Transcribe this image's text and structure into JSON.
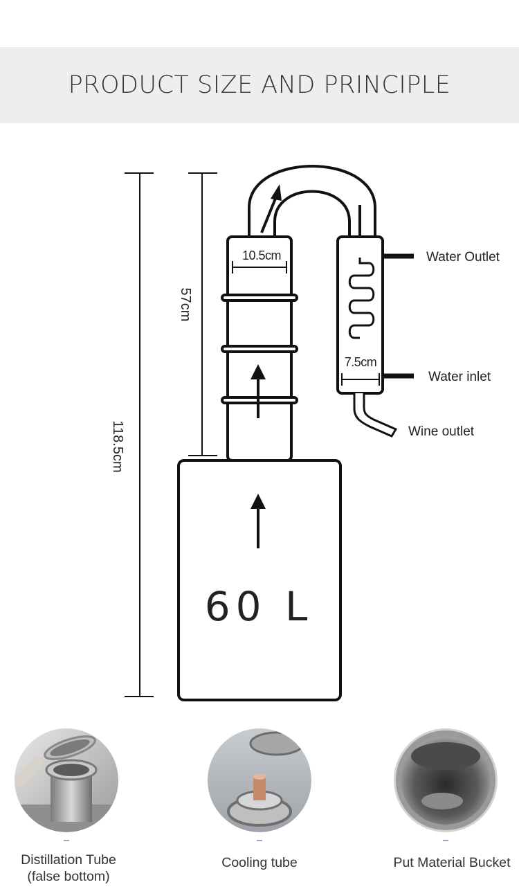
{
  "header": {
    "title": "PRODUCT SIZE AND PRINCIPLE"
  },
  "diagram": {
    "total_height": "118.5cm",
    "column_height": "57cm",
    "column_width": "10.5cm",
    "condenser_width": "7.5cm",
    "tank_volume": "60 L",
    "labels": {
      "water_outlet": "Water Outlet",
      "water_inlet": "Water inlet",
      "wine_outlet": "Wine outlet"
    }
  },
  "gallery": [
    {
      "line1": "Distillation Tube",
      "line2": "(false bottom)",
      "photo": "steel-column-with-mesh-filter"
    },
    {
      "line1": "Cooling tube",
      "line2": "",
      "photo": "condenser-flange-copper-tube"
    },
    {
      "line1": "Put Material Bucket",
      "line2": "",
      "photo": "stainless-steel-bucket-interior"
    }
  ],
  "colors": {
    "banner": "#eeeeec",
    "line": "#111111",
    "dash": "#9aa4c4"
  }
}
